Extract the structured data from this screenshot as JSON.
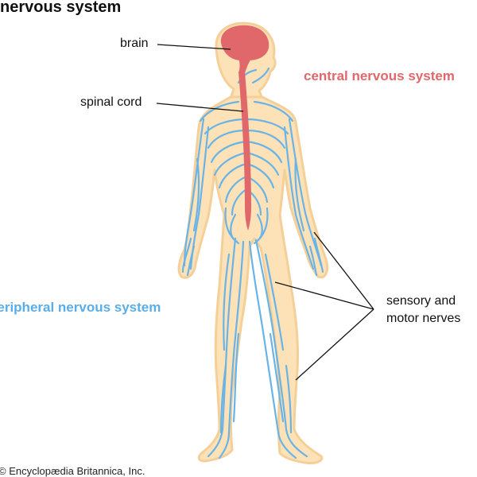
{
  "title": "nervous system",
  "labels": {
    "brain": "brain",
    "spinal_cord": "spinal cord",
    "cns": "central nervous system",
    "pns": "peripheral nervous system",
    "sensory_line1": "sensory and",
    "sensory_line2": "motor nerves"
  },
  "credit": "© Encyclopædia Britannica, Inc.",
  "colors": {
    "body": "#fde2b8",
    "body_outline": "#f5cf98",
    "nerves": "#6ab3e6",
    "cns": "#e0686a",
    "leader": "#111111"
  }
}
